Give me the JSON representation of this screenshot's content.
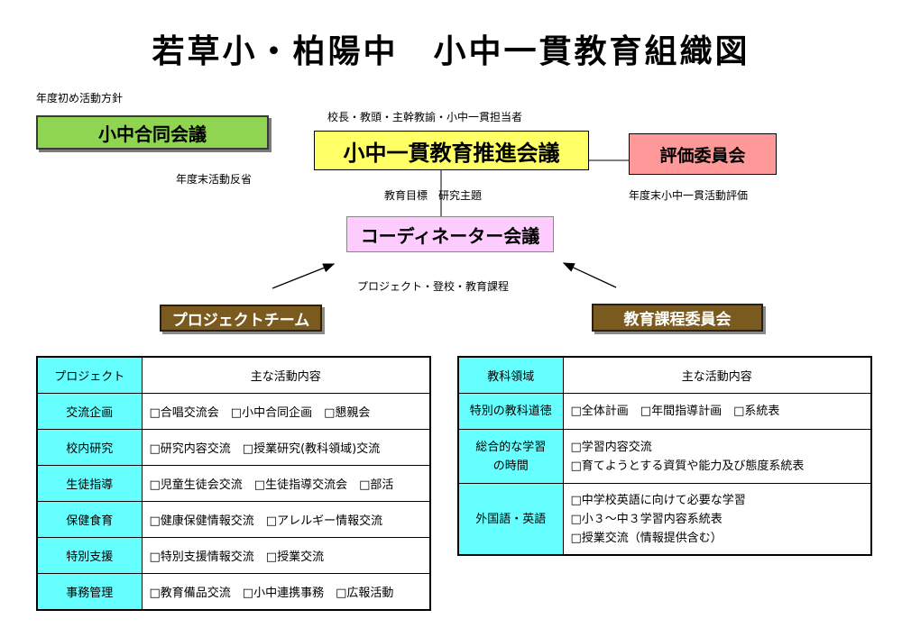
{
  "title": "若草小・柏陽中　小中一貫教育組織図",
  "notes": {
    "initial_policy": "年度初め活動方針",
    "year_end_reflection": "年度末活動反省",
    "promo_members": "校長・教頭・主幹教諭・小中一貫担当者",
    "goal_theme": "教育目標　研究主題",
    "year_end_eval": "年度末小中一貫活動評価",
    "arrow_caption": "プロジェクト・登校・教育課程"
  },
  "boxes": {
    "joint_meeting": "小中合同会議",
    "promotion_meeting": "小中一貫教育推進会議",
    "evaluation_committee": "評価委員会",
    "coordinator_meeting": "コーディネーター会議",
    "project_team": "プロジェクトチーム",
    "curriculum_committee": "教育課程委員会"
  },
  "colors": {
    "green": "#8fd552",
    "yellow": "#ffff66",
    "pink": "#ff9999",
    "lavender": "#ffccff",
    "brown": "#7a5a1e",
    "cyan": "#66ffff"
  },
  "project_table": {
    "headers": [
      "プロジェクト",
      "主な活動内容"
    ],
    "rows": [
      {
        "label": "交流企画",
        "content": "□合唱交流会　□小中合同企画　□懇親会"
      },
      {
        "label": "校内研究",
        "content": "□研究内容交流　□授業研究(教科領域)交流"
      },
      {
        "label": "生徒指導",
        "content": "□児童生徒会交流　□生徒指導交流会　□部活"
      },
      {
        "label": "保健食育",
        "content": "□健康保健情報交流　□アレルギー情報交流"
      },
      {
        "label": "特別支援",
        "content": "□特別支援情報交流　□授業交流"
      },
      {
        "label": "事務管理",
        "content": "□教育備品交流　□小中連携事務　□広報活動"
      }
    ]
  },
  "curriculum_table": {
    "headers": [
      "教科領域",
      "主な活動内容"
    ],
    "rows": [
      {
        "label": [
          "特別の教科道徳"
        ],
        "lines": [
          "□全体計画　□年間指導計画　□系統表"
        ]
      },
      {
        "label": [
          "総合的な学習",
          "の時間"
        ],
        "lines": [
          "□学習内容交流",
          "□育てようとする資質や能力及び態度系統表"
        ]
      },
      {
        "label": [
          "外国語・英語"
        ],
        "lines": [
          "□中学校英語に向けて必要な学習",
          "□小３～中３学習内容系統表",
          "□授業交流（情報提供含む）"
        ]
      }
    ]
  }
}
